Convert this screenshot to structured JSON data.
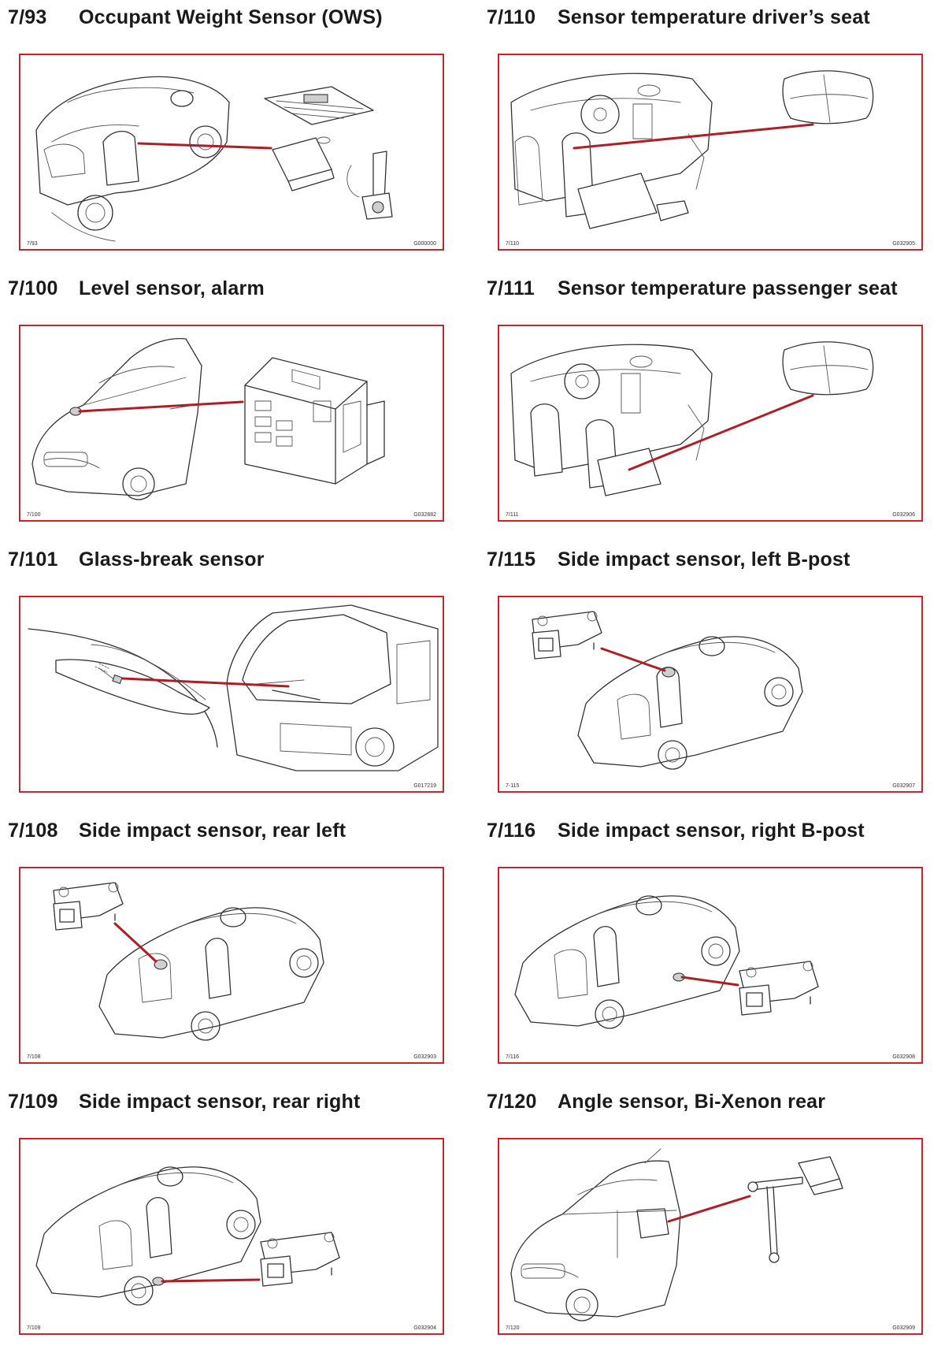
{
  "colors": {
    "accent_red": "#c8232c",
    "pointer_red": "#b11d25",
    "line_art": "#333333"
  },
  "sections": [
    {
      "code": "7/93",
      "title": "Occupant Weight Sensor (OWS)",
      "ref": "7/93",
      "graphic_code": "G000000",
      "illustration": "car-interior-seat-sensor"
    },
    {
      "code": "7/110",
      "title": "Sensor temperature driver’s seat",
      "ref": "7/110",
      "graphic_code": "G032905",
      "illustration": "dashboard-seat-cushion"
    },
    {
      "code": "7/100",
      "title": "Level sensor, alarm",
      "ref": "7/100",
      "graphic_code": "G032882",
      "illustration": "car-front-sensor-module"
    },
    {
      "code": "7/111",
      "title": "Sensor temperature passenger seat",
      "ref": "7/111",
      "graphic_code": "G032906",
      "illustration": "dashboard-seat-cushion"
    },
    {
      "code": "7/101",
      "title": "Glass-break sensor",
      "ref": "",
      "graphic_code": "G017219",
      "illustration": "hatchback-rear-window"
    },
    {
      "code": "7/115",
      "title": "Side impact sensor, left B-post",
      "ref": "7-115",
      "graphic_code": "G032907",
      "illustration": "car-side-impact-sensor"
    },
    {
      "code": "7/108",
      "title": "Side impact sensor, rear left",
      "ref": "7/108",
      "graphic_code": "G032903",
      "illustration": "car-side-impact-sensor"
    },
    {
      "code": "7/116",
      "title": "Side impact sensor, right B-post",
      "ref": "7/116",
      "graphic_code": "G032908",
      "illustration": "car-side-impact-sensor"
    },
    {
      "code": "7/109",
      "title": "Side impact sensor, rear right",
      "ref": "7/109",
      "graphic_code": "G032904",
      "illustration": "car-side-impact-sensor"
    },
    {
      "code": "7/120",
      "title": "Angle sensor, Bi-Xenon rear",
      "ref": "7/120",
      "graphic_code": "G032909",
      "illustration": "car-rear-angle-sensor"
    }
  ]
}
